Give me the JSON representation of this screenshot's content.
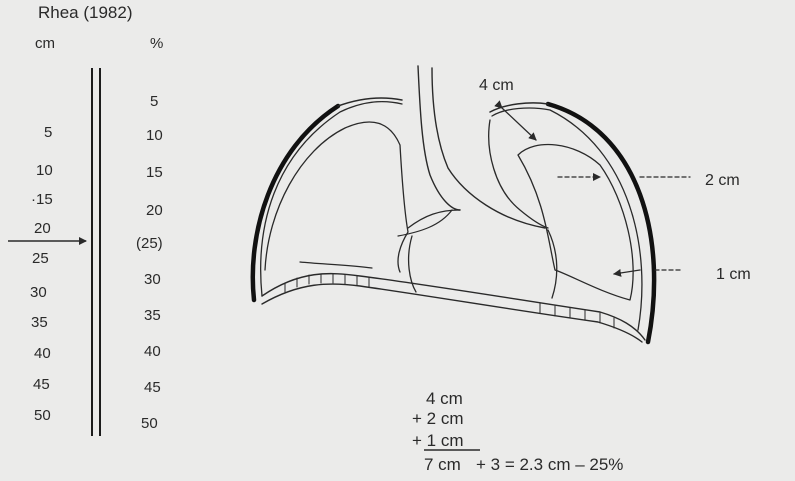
{
  "title": "Rhea (1982)",
  "nomogram": {
    "cm_header": "cm",
    "percent_header": "%",
    "cm_values": [
      "5",
      "10",
      "·15",
      "20",
      "25",
      "30",
      "35",
      "40",
      "45",
      "50"
    ],
    "percent_values": [
      "5",
      "10",
      "15",
      "20",
      "(25)",
      "30",
      "35",
      "40",
      "45",
      "50"
    ]
  },
  "diagram": {
    "apex_label": "4 cm",
    "mid_label": "2 cm",
    "base_label": "1 cm"
  },
  "calculation": {
    "line1": "4 cm",
    "line2": "+ 2 cm",
    "line3": "+ 1 cm",
    "result_part1": "7 cm",
    "result_part2": "+ 3 = 2.3 cm – 25%"
  },
  "colors": {
    "background": "#ebebea",
    "ink": "#2a2a2a",
    "heavy_ink": "#111111"
  }
}
